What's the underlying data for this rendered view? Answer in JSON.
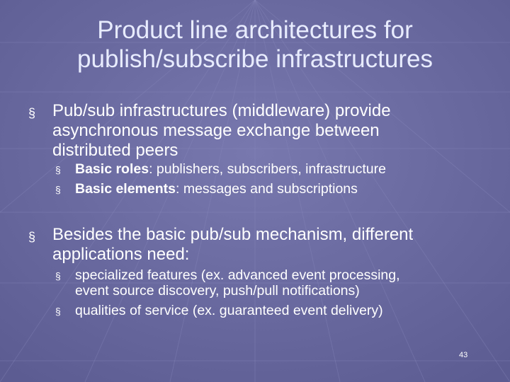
{
  "slide": {
    "title_line1": "Product line architectures for",
    "title_line2": "publish/subscribe infrastructures",
    "bullet_marker": "§",
    "bullets": [
      {
        "text_lines": [
          "Pub/sub infrastructures (middleware) provide",
          "asynchronous message exchange between",
          "distributed peers"
        ],
        "sub": [
          {
            "bold": "Basic roles",
            "rest": ": publishers, subscribers, infrastructure"
          },
          {
            "bold": "Basic elements",
            "rest": ": messages and subscriptions"
          }
        ]
      },
      {
        "text_lines": [
          "Besides the basic pub/sub mechanism, different",
          "applications need:"
        ],
        "sub": [
          {
            "lines": [
              "specialized features (ex. advanced event processing,",
              "event source discovery, push/pull notifications)"
            ]
          },
          {
            "lines": [
              "qualities of service (ex. guaranteed event delivery)"
            ]
          }
        ]
      }
    ],
    "page_number": "43"
  }
}
